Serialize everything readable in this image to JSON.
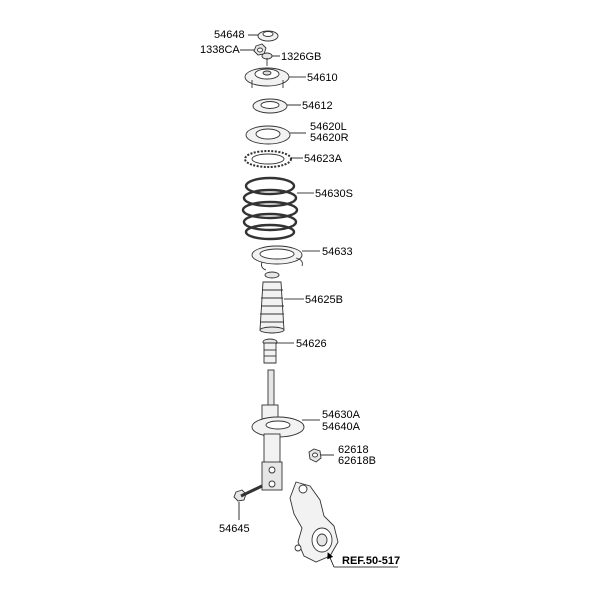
{
  "parts": {
    "p54648": "54648",
    "p1338CA": "1338CA",
    "p1326GB": "1326GB",
    "p54610": "54610",
    "p54612": "54612",
    "p54620L": "54620L",
    "p54620R": "54620R",
    "p54623A": "54623A",
    "p54630S": "54630S",
    "p54633": "54633",
    "p54625B": "54625B",
    "p54626": "54626",
    "p54630A": "54630A",
    "p54640A": "54640A",
    "p62618": "62618",
    "p62618B": "62618B",
    "p54645": "54645"
  },
  "reference": "REF.50-517",
  "colors": {
    "line": "#000000",
    "part_fill": "#f2f2f2",
    "part_stroke": "#333333"
  }
}
